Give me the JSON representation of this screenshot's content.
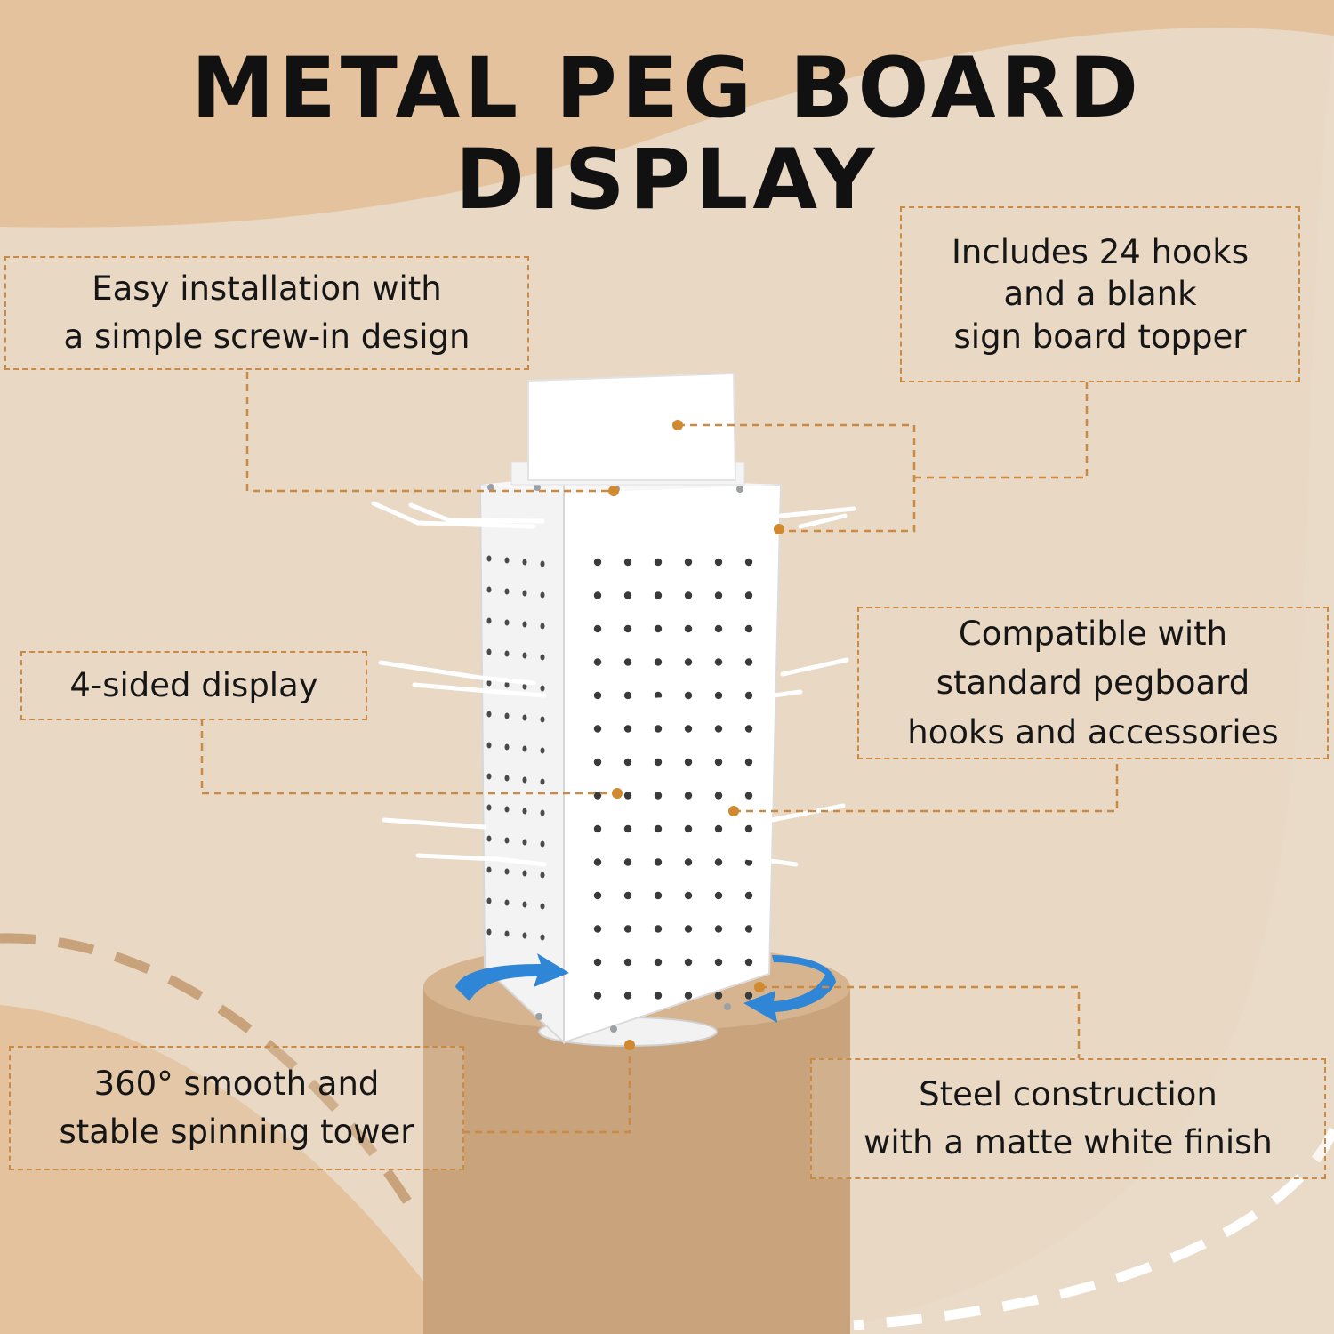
{
  "title": "METAL PEG BOARD DISPLAY",
  "callouts": {
    "installation": [
      "Easy installation with",
      "a simple screw-in design"
    ],
    "hooks": [
      "Includes 24 hooks",
      "and a blank",
      "sign board topper"
    ],
    "sides": [
      "4-sided display"
    ],
    "compatible": [
      "Compatible with",
      "standard pegboard",
      "hooks and accessories"
    ],
    "spinning": [
      "360° smooth and",
      "stable spinning tower"
    ],
    "steel": [
      "Steel construction",
      "with a matte white finish"
    ]
  },
  "colors": {
    "background": "#e8d8c4",
    "accent_band": "#e3c29d",
    "pedestal": "#c9a37b",
    "dash": "#c98a45",
    "rotation_arrow": "#2f86d6",
    "text": "#161616"
  },
  "icons": [
    "rotation-arrow-icon"
  ]
}
